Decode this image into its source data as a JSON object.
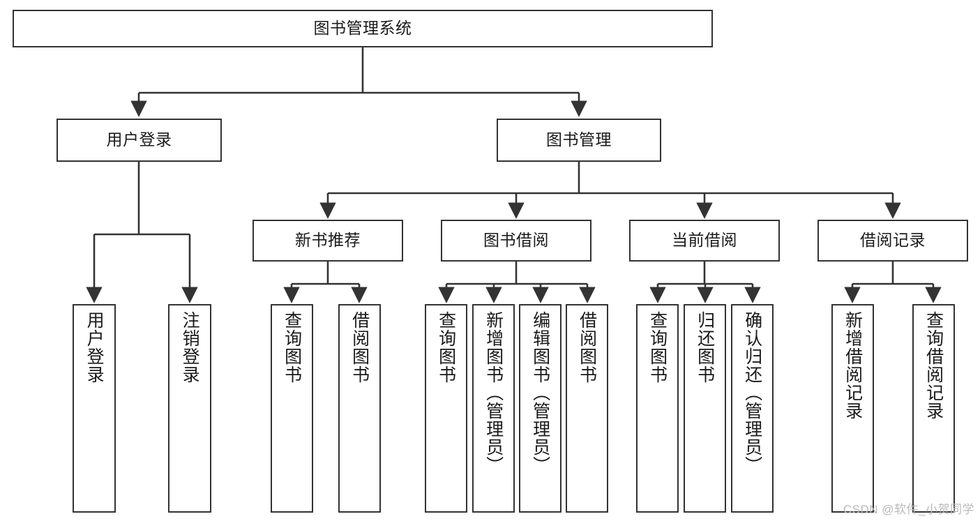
{
  "diagram": {
    "title": "图书管理系统",
    "type": "tree-hierarchy-diagram",
    "colors": {
      "box_border": "#333333",
      "box_fill": "#ffffff",
      "edge": "#333333",
      "text": "#1a1a1a",
      "watermark": "#b9b9b9",
      "background": "#ffffff"
    },
    "nodes": {
      "root": "图书管理系统",
      "level2": {
        "user_login": "用户登录",
        "book_mgmt": "图书管理"
      },
      "level3": {
        "new_book_rec": "新书推荐",
        "book_borrow": "图书借阅",
        "current_borrow": "当前借阅",
        "borrow_record": "借阅记录"
      },
      "leaves": {
        "user_login": [
          "用户登录",
          "注销登录"
        ],
        "new_book_rec": [
          "查询图书",
          "借阅图书"
        ],
        "book_borrow": [
          "查询图书",
          "新增图书（管理员）",
          "编辑图书（管理员）",
          "借阅图书"
        ],
        "current_borrow": [
          "查询图书",
          "归还图书",
          "确认归还（管理员）"
        ],
        "borrow_record": [
          "新增借阅记录",
          "查询借阅记录"
        ]
      }
    },
    "watermark": "CSDN @软件_小贺同学"
  }
}
